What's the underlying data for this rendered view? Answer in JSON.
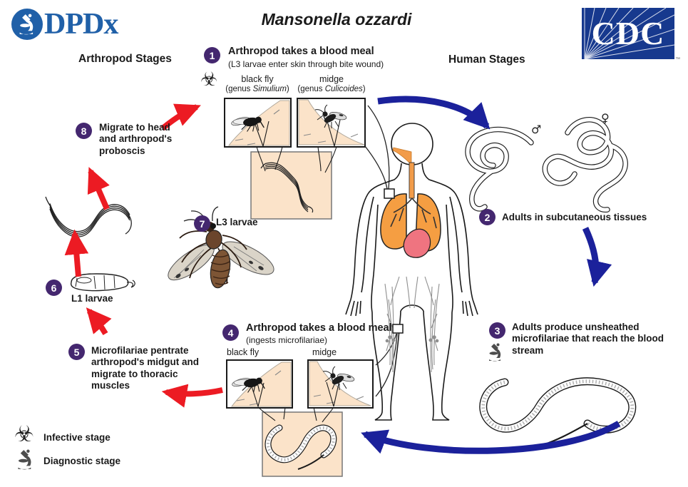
{
  "title": "Mansonella ozzardi",
  "logos": {
    "dpdx_text": "DPDx",
    "cdc_text": "CDC",
    "cdc_tm": "™"
  },
  "headings": {
    "arthropod": "Arthropod Stages",
    "human": "Human Stages"
  },
  "stage1": {
    "num": "1",
    "title": "Arthropod takes a blood meal",
    "subtitle": "(L3 larvae enter skin  through bite wound)",
    "fly1_name": "black fly",
    "fly1_genus_prefix": "(genus ",
    "fly1_genus": "Simulium",
    "fly1_genus_suffix": ")",
    "fly2_name": "midge",
    "fly2_genus_prefix": "(genus ",
    "fly2_genus": "Culicoides",
    "fly2_genus_suffix": ")"
  },
  "stage2": {
    "num": "2",
    "title": "Adults in subcutaneous tissues",
    "male_symbol": "♂",
    "female_symbol": "♀"
  },
  "stage3": {
    "num": "3",
    "title": "Adults produce unsheathed microfilariae that reach the blood stream"
  },
  "stage4": {
    "num": "4",
    "title": "Arthropod takes a blood meal",
    "subtitle": "(ingests microfilariae)",
    "fly1_name": "black fly",
    "fly2_name": "midge"
  },
  "stage5": {
    "num": "5",
    "title": "Microfilariae pentrate arthropod's midgut and migrate to thoracic muscles"
  },
  "stage6": {
    "num": "6",
    "title": "L1 larvae"
  },
  "stage7": {
    "num": "7",
    "title": "L3 larvae"
  },
  "stage8": {
    "num": "8",
    "title": "Migrate to head and arthropod's proboscis"
  },
  "legend": {
    "infective": "Infective stage",
    "diagnostic": "Diagnostic stage",
    "biohazard_symbol": "☣"
  },
  "colors": {
    "stage_circle": "#44276f",
    "arrow_red": "#ec1b23",
    "arrow_blue": "#1b219b",
    "skin_box": "#fbe3c9",
    "dpdx_blue": "#2060a8",
    "cdc_blue": "#17398e"
  }
}
